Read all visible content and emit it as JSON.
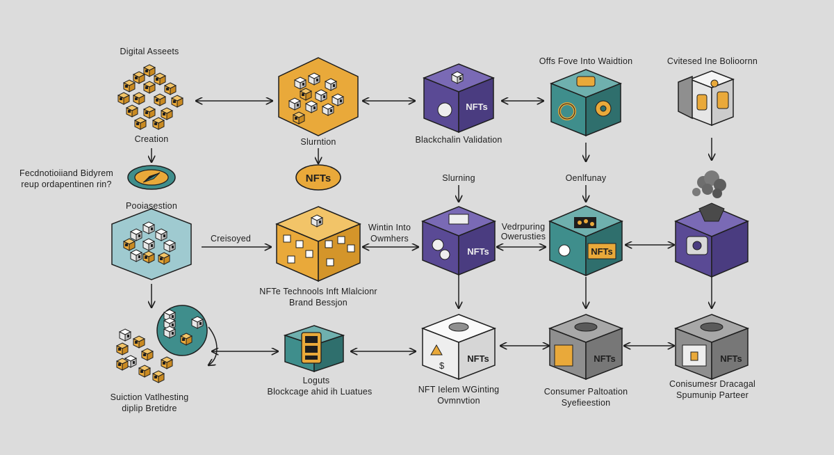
{
  "labels": {
    "digital_assets": "Digital Asseets",
    "creation": "Creation",
    "fed_line1": "Fecdnotioiiand Bidyrem",
    "fed_line2": "reup ordapentinen rin?",
    "poolsession": "Pooiasestion",
    "creisoyed": "Creisoyed",
    "suction_line1": "Suiction Vatlhesting",
    "suction_line2": "diplip Bretidre",
    "slurntion": "Slurntion",
    "nft_tech_line1": "NFTe Technools Inft Mlalcionr",
    "nft_tech_line2": "Brand Bessjon",
    "loguts_line1": "Loguts",
    "loguts_line2": "Blockcage ahid ih Luatues",
    "blockchain_validation": "Blackchalin Validation",
    "slumning": "Slurning",
    "wintin_line1": "Wintin Into",
    "wintin_line2": "Owmhers",
    "nft_helem_line1": "NFT Ielem WGinting",
    "nft_helem_line2": "Ovmnvtion",
    "offs_fove": "Offs Fove Into Waidtion",
    "oenlfunay": "Oenlfunay",
    "vedrpuring_line1": "Vedrpuring",
    "vedrpuring_line2": "Owerusties",
    "consumer_pattation_line1": "Consumer Paltoation",
    "consumer_pattation_line2": "Syefieestion",
    "cvitesed": "Cvitesed Ine Bolioornn",
    "consumer_dractal_line1": "Conisumesr Dracagal",
    "consumer_dractal_line2": "Spumunip Parteer"
  },
  "badges": {
    "nfts_oval": "NFTs",
    "nfts_cube": "NFTs"
  },
  "colors": {
    "background": "#dcdcdc",
    "gold": "#e9a93a",
    "teal": "#3f8e8c",
    "light_teal": "#9fcad0",
    "purple": "#5a4a95",
    "gray": "#8f8f8f",
    "light_gray": "#eeeeee",
    "outline": "#1e1e1e"
  },
  "icons": {
    "block_stack": "block-cluster-icon",
    "compass": "compass-icon",
    "gear": "gear-icon",
    "lock": "lock-icon",
    "smoke": "smoke-icon",
    "nft_cube": "nft-cube-icon"
  }
}
